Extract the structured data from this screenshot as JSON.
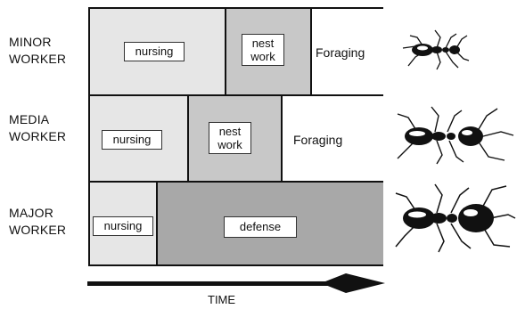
{
  "castes": [
    {
      "line1": "MINOR",
      "line2": "WORKER"
    },
    {
      "line1": "MEDIA",
      "line2": "WORKER"
    },
    {
      "line1": "MAJOR",
      "line2": "WORKER"
    }
  ],
  "tasks": {
    "minor": {
      "nursing": "nursing",
      "nest_line1": "nest",
      "nest_line2": "work",
      "foraging": "Foraging"
    },
    "media": {
      "nursing": "nursing",
      "nest_line1": "nest",
      "nest_line2": "work",
      "foraging": "Foraging"
    },
    "major": {
      "nursing": "nursing",
      "defense": "defense"
    }
  },
  "axis": {
    "label": "TIME"
  },
  "colors": {
    "nursing": "#e6e6e6",
    "nest_work": "#c8c8c8",
    "defense": "#a8a8a8",
    "foraging": "#ffffff"
  },
  "icons": [
    "minor-worker-ant-icon",
    "media-worker-ant-icon",
    "major-worker-ant-icon",
    "time-arrow-icon"
  ]
}
